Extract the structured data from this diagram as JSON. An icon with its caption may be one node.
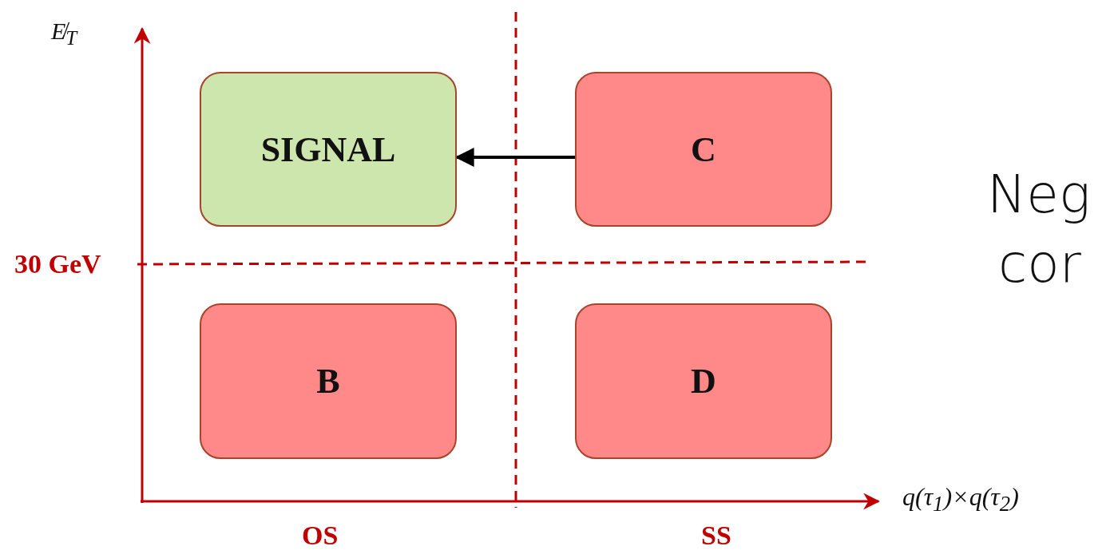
{
  "diagram": {
    "nodes": [
      {
        "text": [
          "SIGNAL"
        ]
      },
      {
        "text": [
          "C"
        ]
      },
      {
        "text": [
          "B"
        ]
      },
      {
        "text": [
          "D"
        ]
      }
    ],
    "edges": [
      {
        "from": 1,
        "to": 0,
        "arrow": "to"
      }
    ],
    "labels": [
      "E̸$_{T}$",
      "30 GeV",
      "Neg",
      "cor",
      "q(τ$_{1}$)×q(τ$_{2}$)",
      "OS",
      "SS"
    ]
  }
}
